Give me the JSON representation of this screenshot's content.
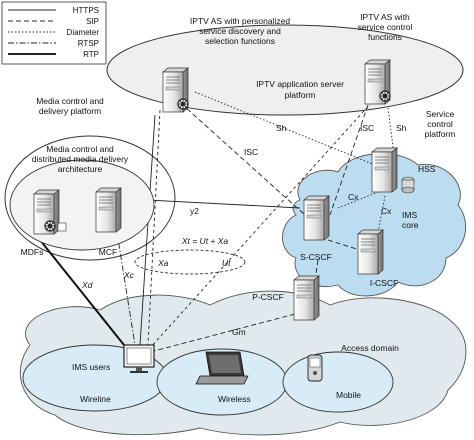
{
  "legend": [
    {
      "label": "HTTPS",
      "style": "solid"
    },
    {
      "label": "SIP",
      "style": "dash"
    },
    {
      "label": "Diameter",
      "style": "dot"
    },
    {
      "label": "RTSP",
      "style": "dashdot"
    },
    {
      "label": "RTP",
      "style": "thick"
    }
  ],
  "app_platform": {
    "as1_label_1": "IPTV AS with personalized",
    "as1_label_2": "service discovery and",
    "as1_label_3": "selection functions",
    "as2_label_1": "IPTV AS with",
    "as2_label_2": "service control",
    "as2_label_3": "functions",
    "platform_label_1": "IPTV application server",
    "platform_label_2": "platform"
  },
  "media_platform": {
    "outer_label_1": "Media control and",
    "outer_label_2": "delivery platform",
    "inner_label_1": "Media control and",
    "inner_label_2": "distributed media delivery",
    "inner_label_3": "architecture",
    "mdfs": "MDFs",
    "mcf": "MCF"
  },
  "service_control": {
    "label_1": "Service",
    "label_2": "control",
    "label_3": "platform",
    "hss": "HSS",
    "ims_1": "IMS",
    "ims_2": "core",
    "scscf": "S-CSCF",
    "icscf": "I-CSCF",
    "pcscf": "P-CSCF"
  },
  "interfaces": {
    "sh_left": "Sh",
    "sh_right": "Sh",
    "isc_mid": "ISC",
    "isc_right": "ISC",
    "y2": "y2",
    "cx_1": "Cx",
    "cx_2": "Cx",
    "xt_eq": "Xt = Ut + Xa",
    "xa": "Xa",
    "ut": "Ut",
    "xc": "Xc",
    "xd": "Xd",
    "gm": "Gm"
  },
  "access": {
    "domain": "Access domain",
    "ims_users": "IMS users",
    "wireline": "Wireline",
    "wireless": "Wireless",
    "mobile": "Mobile"
  }
}
